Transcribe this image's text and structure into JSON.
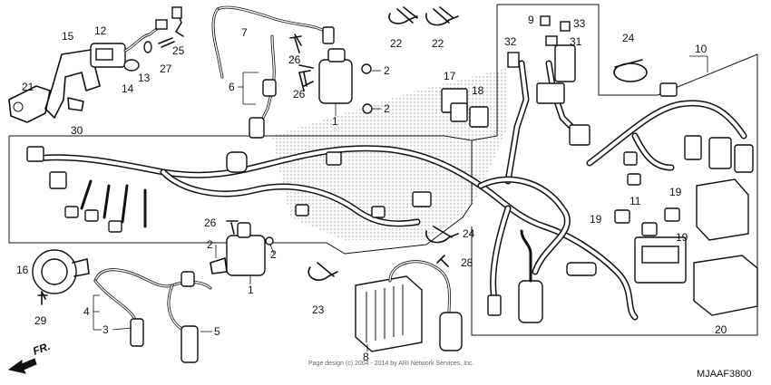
{
  "diagram": {
    "code": "MJAAF3800",
    "copyright": "Page design (c) 2004 - 2014 by ARI Network Services, Inc.",
    "direction_label": "FR.",
    "callouts": [
      "1",
      "1",
      "2",
      "2",
      "2",
      "2",
      "3",
      "4",
      "5",
      "6",
      "7",
      "8",
      "9",
      "10",
      "11",
      "12",
      "13",
      "14",
      "15",
      "16",
      "17",
      "18",
      "19",
      "19",
      "19",
      "20",
      "21",
      "22",
      "22",
      "23",
      "24",
      "24",
      "25",
      "26",
      "26",
      "26",
      "27",
      "28",
      "29",
      "30",
      "31",
      "32",
      "33"
    ]
  }
}
